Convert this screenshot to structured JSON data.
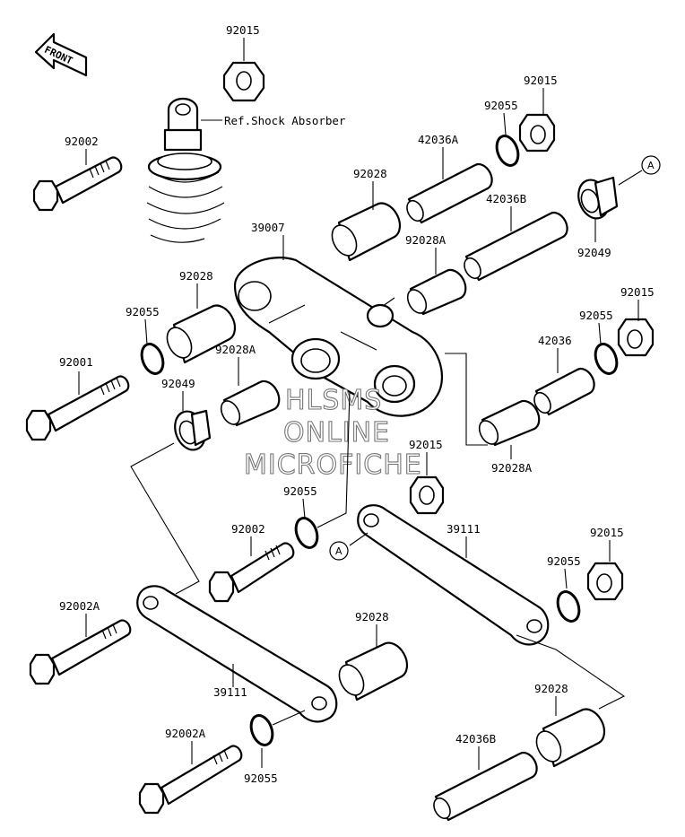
{
  "front_marker": "FRONT",
  "ref_note": "Ref.Shock Absorber",
  "watermark": [
    "HLSMS",
    "ONLINE",
    "MICROFICHE"
  ],
  "ref_circle_letter": "A",
  "labels": {
    "l_92015_top": "92015",
    "l_92002_top": "92002",
    "l_92015_r1": "92015",
    "l_92055_r1": "92055",
    "l_42036a": "42036A",
    "l_92028_top": "92028",
    "l_42036b_top": "42036B",
    "l_92049_right": "92049",
    "l_39007": "39007",
    "l_92028a_mid": "92028A",
    "l_92028_left": "92028",
    "l_92055_left": "92055",
    "l_92001": "92001",
    "l_92028a_left": "92028A",
    "l_92049_left": "92049",
    "l_92015_r2": "92015",
    "l_92055_r2": "92055",
    "l_42036": "42036",
    "l_92028a_right": "92028A",
    "l_92015_center": "92015",
    "l_92055_center": "92055",
    "l_92002_center": "92002",
    "l_39111_right": "39111",
    "l_92015_r3": "92015",
    "l_92055_r3": "92055",
    "l_92002a_1": "92002A",
    "l_92028_bottom": "92028",
    "l_39111_left": "39111",
    "l_92028_br": "92028",
    "l_92002a_2": "92002A",
    "l_42036b_bottom": "42036B",
    "l_92055_bottom": "92055"
  }
}
